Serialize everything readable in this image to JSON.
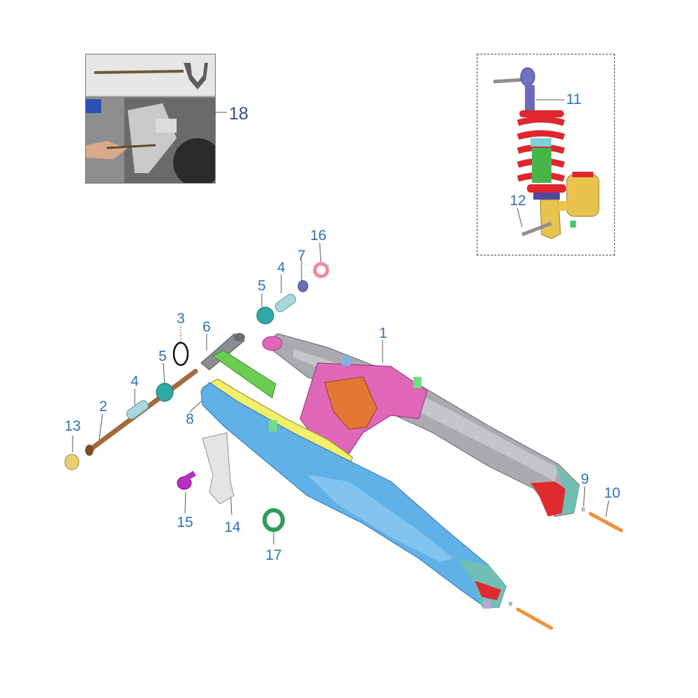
{
  "callouts": {
    "c1": "1",
    "c2": "2",
    "c3": "3",
    "c4a": "4",
    "c4b": "4",
    "c5a": "5",
    "c5b": "5",
    "c6": "6",
    "c7": "7",
    "c8": "8",
    "c9": "9",
    "c10": "10",
    "c11": "11",
    "c12": "12",
    "c13": "13",
    "c14": "14",
    "c15": "15",
    "c16": "16",
    "c17": "17",
    "c18": "18"
  },
  "colors": {
    "swingarm_left": "#5fb1e8",
    "swingarm_right": "#a9abb1",
    "crossmember": "#e066b8",
    "chain_guide": "#f2ef6a",
    "spring": "#e0262c",
    "shock_body": "#47b54a",
    "reservoir": "#e8c44e",
    "callout_text": "#2f72b5"
  }
}
